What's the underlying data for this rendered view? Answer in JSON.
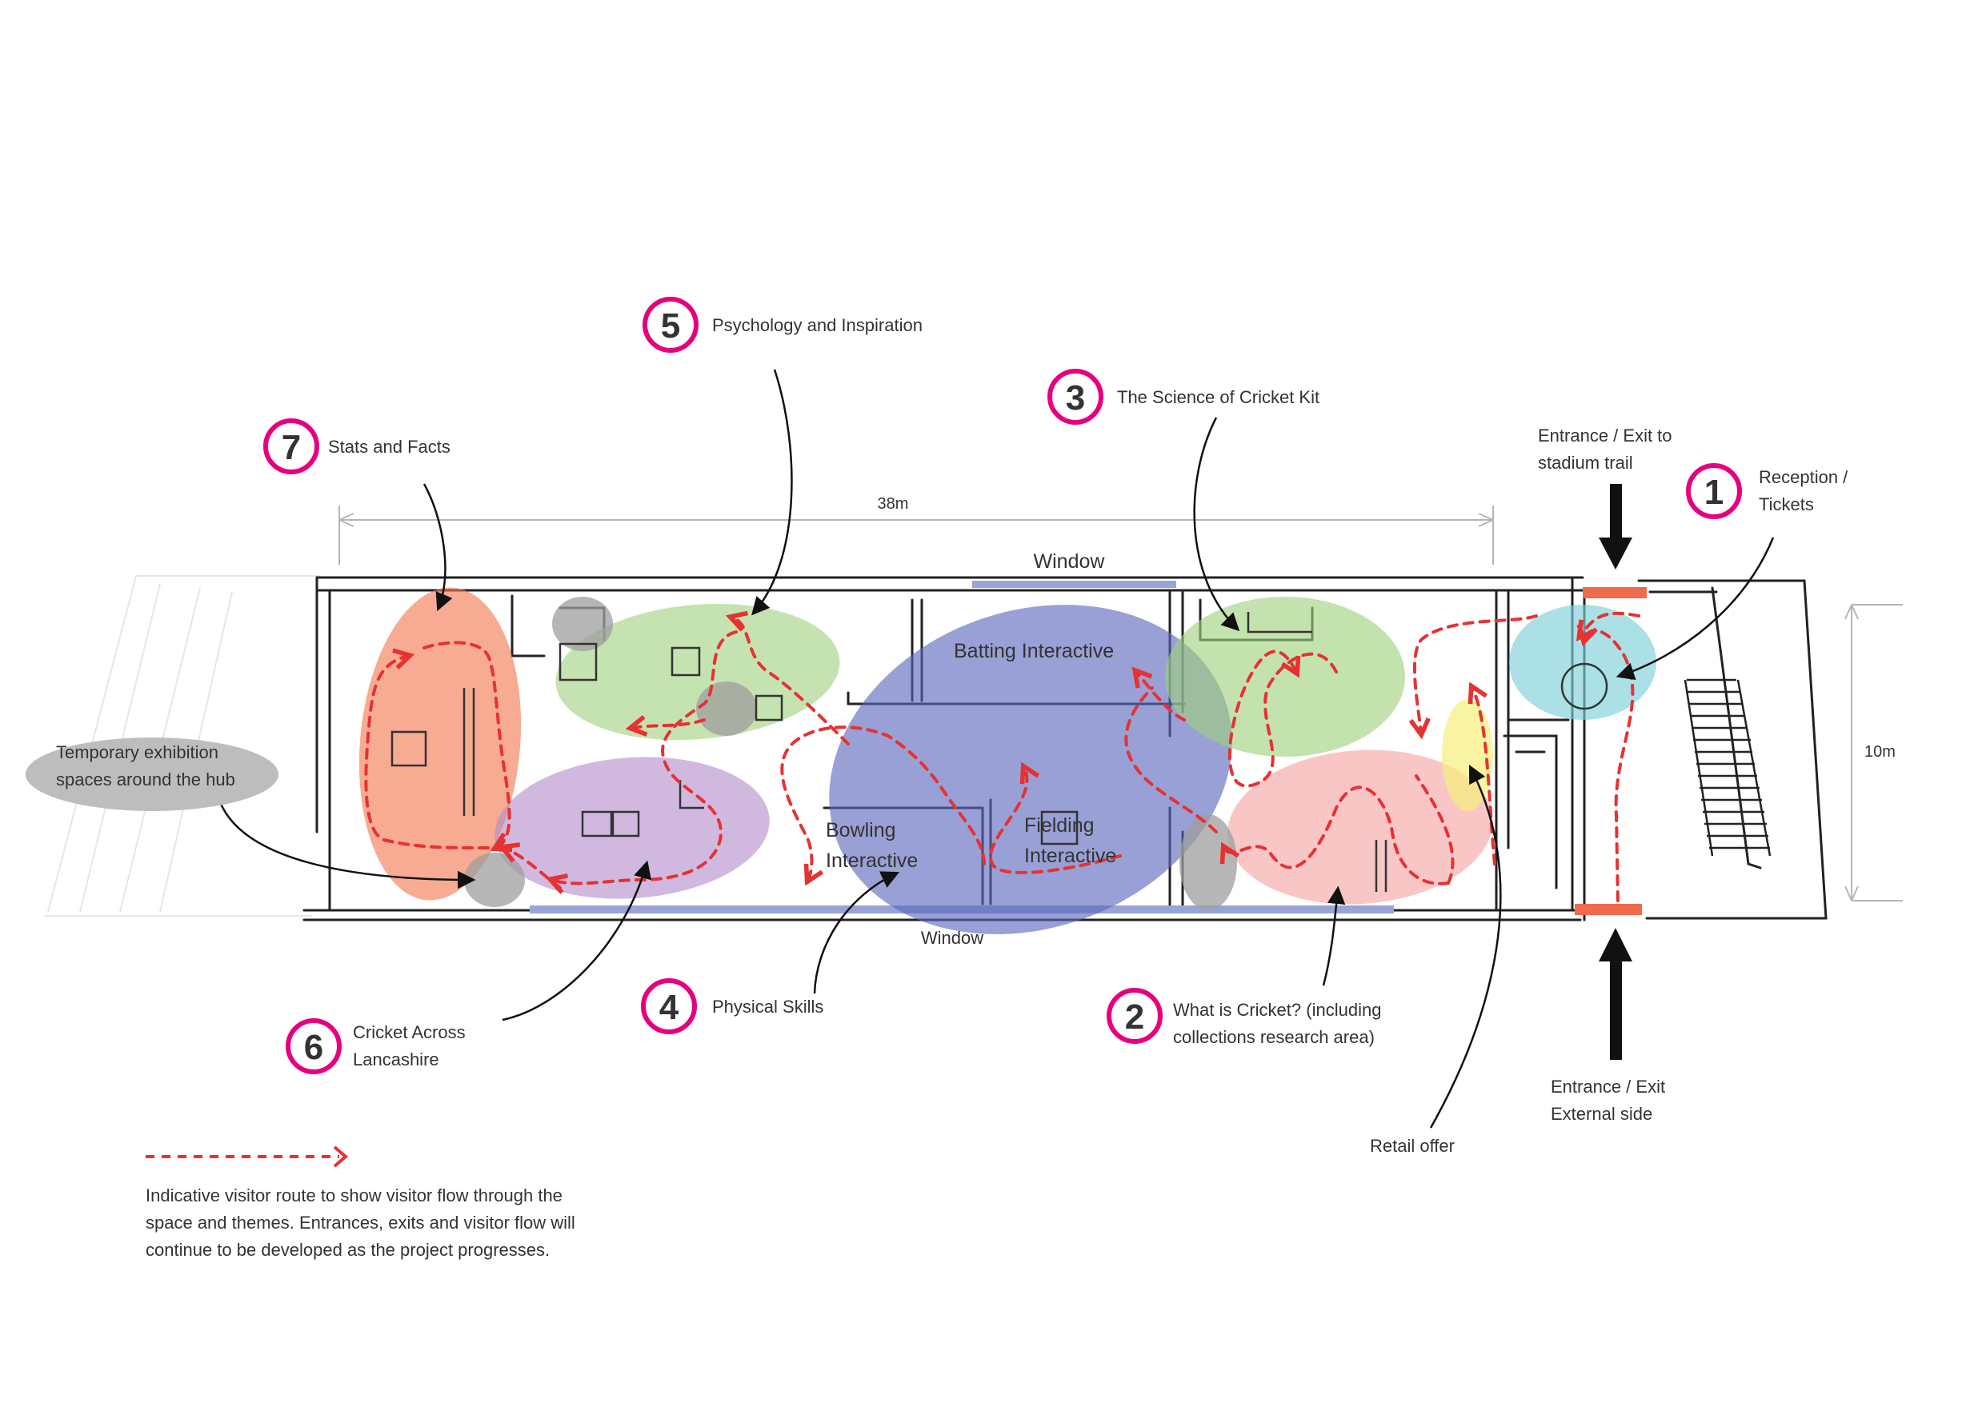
{
  "colors": {
    "badge_ring": "#e6007e",
    "route": "#e63232",
    "window": "#9aa3d8",
    "door": "#f06a4d",
    "temp_space": "#9e9e9e"
  },
  "zones": [
    {
      "id": "1",
      "label_line1": "Reception /",
      "label_line2": "Tickets",
      "number_color": "#2ab7c6",
      "fill": "#7ccfd8"
    },
    {
      "id": "2",
      "label_line1": "What is Cricket? (including",
      "label_line2": "collections research area)",
      "number_color": "#f07c7c",
      "fill": "#f5a3a3"
    },
    {
      "id": "3",
      "label_line1": "The Science of Cricket Kit",
      "label_line2": "",
      "number_color": "#5aaa3c",
      "fill": "#9fd07c"
    },
    {
      "id": "4",
      "label_line1": "Physical Skills",
      "label_line2": "",
      "number_color": "#1f3f9a",
      "fill": "#5a66bb"
    },
    {
      "id": "5",
      "label_line1": "Psychology and Inspiration",
      "label_line2": "",
      "number_color": "#e6e600",
      "fill": "#9fd07c"
    },
    {
      "id": "6",
      "label_line1": "Cricket Across",
      "label_line2": "Lancashire",
      "number_color": "#9b4fa8",
      "fill": "#b58ccc"
    },
    {
      "id": "7",
      "label_line1": "Stats and Facts",
      "label_line2": "",
      "number_color": "#e63232",
      "fill": "#f2784f"
    }
  ],
  "interactives": {
    "batting": "Batting Interactive",
    "bowling_line1": "Bowling",
    "bowling_line2": "Interactive",
    "fielding_line1": "Fielding",
    "fielding_line2": "Interactive"
  },
  "labels": {
    "window_top": "Window",
    "window_bottom": "Window",
    "dim_length": "38m",
    "dim_width": "10m",
    "temp_line1": "Temporary exhibition",
    "temp_line2": "spaces around the hub",
    "entrance_top_line1": "Entrance / Exit to",
    "entrance_top_line2": "stadium trail",
    "entrance_bottom_line1": "Entrance / Exit",
    "entrance_bottom_line2": "External side",
    "retail": "Retail offer"
  },
  "legend": {
    "line1": "Indicative visitor route to show visitor flow through the",
    "line2": "space and themes. Entrances, exits and visitor flow will",
    "line3": "continue to be developed as the project progresses."
  }
}
